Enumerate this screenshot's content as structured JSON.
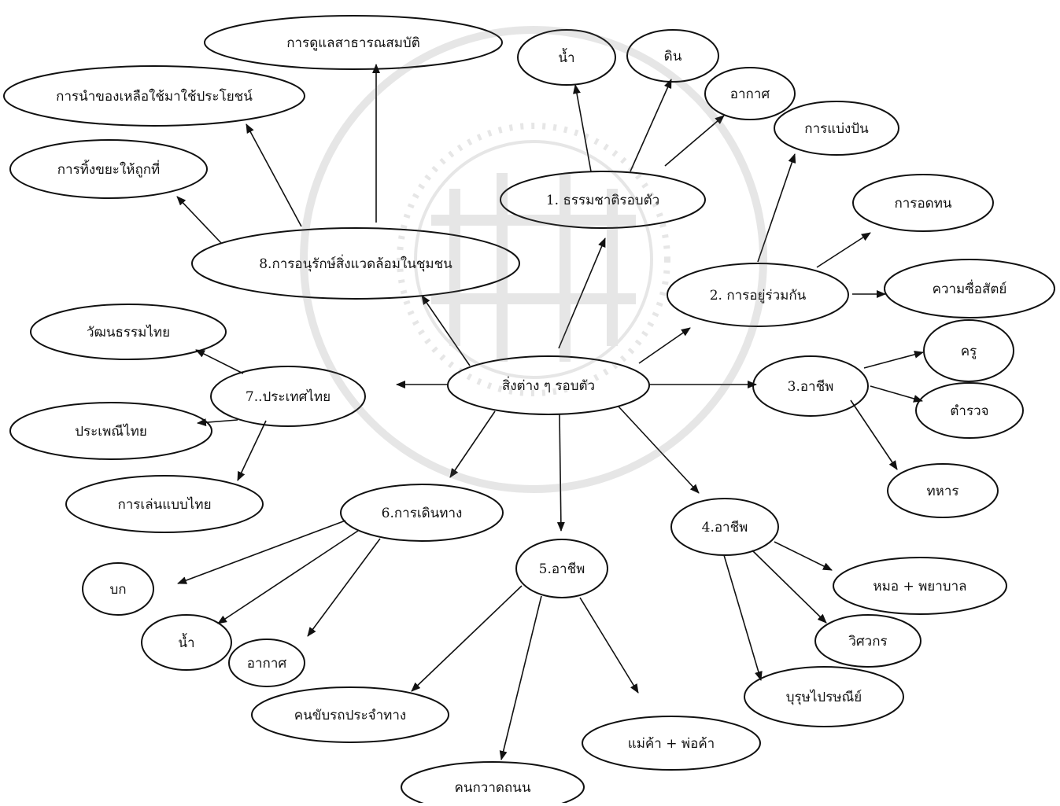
{
  "nodes": [
    {
      "id": "center",
      "label": "สิ่งต่าง ๆ รอบตัว"
    },
    {
      "id": "n1",
      "label": "1. ธรรมชาติรอบตัว"
    },
    {
      "id": "water1",
      "label": "น้ำ"
    },
    {
      "id": "soil",
      "label": "ดิน"
    },
    {
      "id": "air1",
      "label": "อากาศ"
    },
    {
      "id": "n2",
      "label": "2. การอยู่ร่วมกัน"
    },
    {
      "id": "share",
      "label": "การแบ่งปัน"
    },
    {
      "id": "patience",
      "label": "การอดทน"
    },
    {
      "id": "honesty",
      "label": "ความซื่อสัตย์"
    },
    {
      "id": "n3",
      "label": "3.อาชีพ"
    },
    {
      "id": "teacher",
      "label": "ครู"
    },
    {
      "id": "police",
      "label": "ตำรวจ"
    },
    {
      "id": "soldier",
      "label": "ทหาร"
    },
    {
      "id": "n4",
      "label": "4.อาชีพ"
    },
    {
      "id": "doctor",
      "label": "หมอ + พยาบาล"
    },
    {
      "id": "engineer",
      "label": "วิศวกร"
    },
    {
      "id": "postman",
      "label": "บุรุษไปรษณีย์"
    },
    {
      "id": "n5",
      "label": "5.อาชีพ"
    },
    {
      "id": "busdriver",
      "label": "คนขับรถประจำทาง"
    },
    {
      "id": "merchant",
      "label": "แม่ค้า + พ่อค้า"
    },
    {
      "id": "sweeper",
      "label": "คนกวาดถนน"
    },
    {
      "id": "n6",
      "label": "6.การเดินทาง"
    },
    {
      "id": "land",
      "label": "บก"
    },
    {
      "id": "water2",
      "label": "น้ำ"
    },
    {
      "id": "air2",
      "label": "อากาศ"
    },
    {
      "id": "n7",
      "label": "7..ประเทศไทย"
    },
    {
      "id": "culture",
      "label": "วัฒนธรรมไทย"
    },
    {
      "id": "tradition",
      "label": "ประเพณีไทย"
    },
    {
      "id": "games",
      "label": "การเล่นแบบไทย"
    },
    {
      "id": "n8",
      "label": "8.การอนุรักษ์สิ่งแวดล้อมในชุมชน"
    },
    {
      "id": "public",
      "label": "การดูแลสาธารณสมบัติ"
    },
    {
      "id": "reuse",
      "label": "การนำของเหลือใช้มาใช้ประโยชน์"
    },
    {
      "id": "trash",
      "label": "การทิ้งขยะให้ถูกที่"
    }
  ],
  "edges": [
    {
      "from": "center",
      "to": "n1"
    },
    {
      "from": "center",
      "to": "n2"
    },
    {
      "from": "center",
      "to": "n3"
    },
    {
      "from": "center",
      "to": "n4"
    },
    {
      "from": "center",
      "to": "n5"
    },
    {
      "from": "center",
      "to": "n6"
    },
    {
      "from": "center",
      "to": "n7"
    },
    {
      "from": "center",
      "to": "n8"
    },
    {
      "from": "n1",
      "to": "water1"
    },
    {
      "from": "n1",
      "to": "soil"
    },
    {
      "from": "n1",
      "to": "air1"
    },
    {
      "from": "n2",
      "to": "share"
    },
    {
      "from": "n2",
      "to": "patience"
    },
    {
      "from": "n2",
      "to": "honesty"
    },
    {
      "from": "n3",
      "to": "teacher"
    },
    {
      "from": "n3",
      "to": "police"
    },
    {
      "from": "n3",
      "to": "soldier"
    },
    {
      "from": "n4",
      "to": "doctor"
    },
    {
      "from": "n4",
      "to": "engineer"
    },
    {
      "from": "n4",
      "to": "postman"
    },
    {
      "from": "n5",
      "to": "busdriver"
    },
    {
      "from": "n5",
      "to": "merchant"
    },
    {
      "from": "n5",
      "to": "sweeper"
    },
    {
      "from": "n6",
      "to": "land"
    },
    {
      "from": "n6",
      "to": "water2"
    },
    {
      "from": "n6",
      "to": "air2"
    },
    {
      "from": "n7",
      "to": "culture"
    },
    {
      "from": "n7",
      "to": "tradition"
    },
    {
      "from": "n7",
      "to": "games"
    },
    {
      "from": "n8",
      "to": "public"
    },
    {
      "from": "n8",
      "to": "reuse"
    },
    {
      "from": "n8",
      "to": "trash"
    }
  ],
  "colors": {
    "stroke": "#111111",
    "text": "#111111",
    "watermark": "#6b6b6b"
  }
}
